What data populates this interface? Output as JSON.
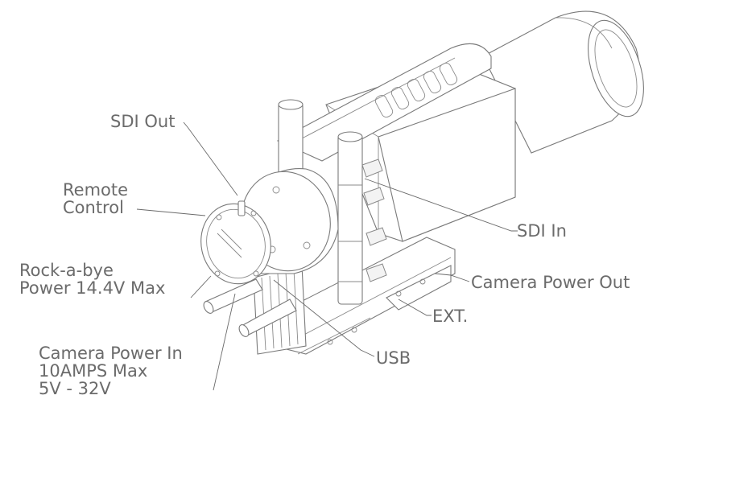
{
  "callouts": {
    "sdi_out": "SDI Out",
    "remote_control": [
      "Remote",
      "Control"
    ],
    "rock_a_bye": [
      "Rock-a-bye",
      "Power 14.4V Max"
    ],
    "camera_power_in": [
      "Camera Power In",
      "10AMPS Max",
      "5V - 32V"
    ],
    "sdi_in": "SDI In",
    "camera_power_out": "Camera Power Out",
    "ext": "EXT.",
    "usb": "USB"
  },
  "colors": {
    "line": "#6a6a6a",
    "text": "#6b6b6b",
    "background": "#ffffff"
  }
}
